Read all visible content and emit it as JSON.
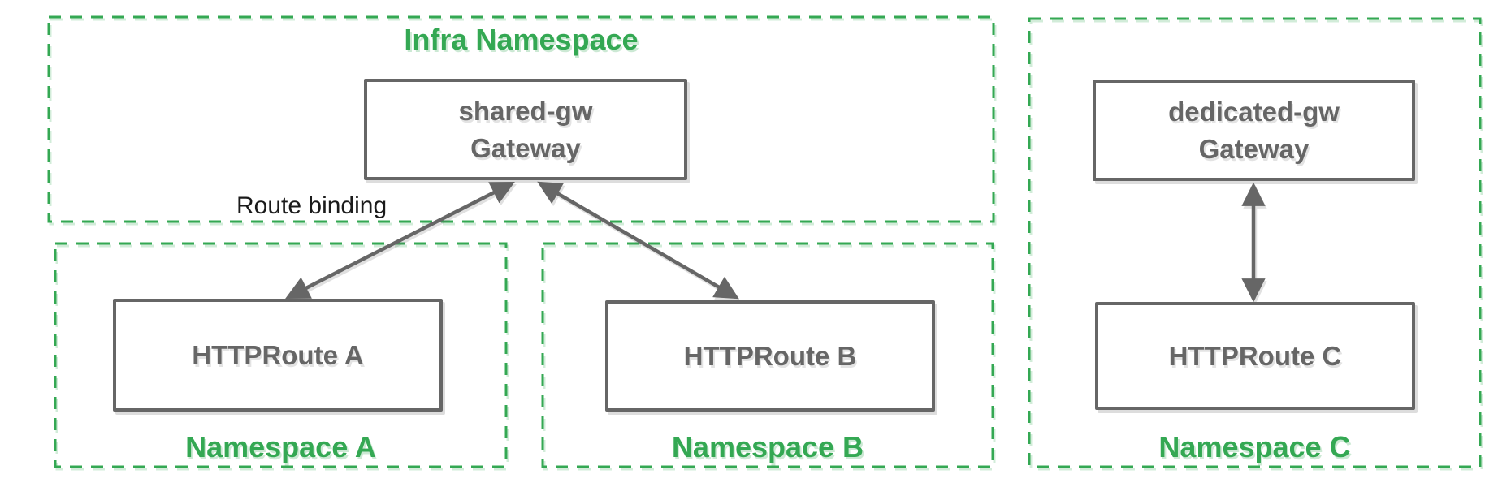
{
  "diagram": {
    "kind": "kubernetes-gateway-route-binding-diagram",
    "colors": {
      "namespace_green": "#34A853",
      "node_gray": "#666666",
      "annotation_black": "#1a1a1a",
      "background": "#ffffff"
    },
    "namespaces": {
      "infra": {
        "label": "Infra Namespace"
      },
      "a": {
        "label": "Namespace A"
      },
      "b": {
        "label": "Namespace B"
      },
      "c": {
        "label": "Namespace C"
      }
    },
    "nodes": {
      "shared_gw": {
        "line1": "shared-gw",
        "line2": "Gateway"
      },
      "dedicated_gw": {
        "line1": "dedicated-gw",
        "line2": "Gateway"
      },
      "route_a": {
        "label": "HTTPRoute A"
      },
      "route_b": {
        "label": "HTTPRoute B"
      },
      "route_c": {
        "label": "HTTPRoute C"
      }
    },
    "annotations": {
      "route_binding": "Route binding"
    },
    "edges": [
      {
        "from": "route_a",
        "to": "shared_gw",
        "style": "double-arrow"
      },
      {
        "from": "route_b",
        "to": "shared_gw",
        "style": "double-arrow"
      },
      {
        "from": "route_c",
        "to": "dedicated_gw",
        "style": "double-arrow"
      }
    ]
  }
}
